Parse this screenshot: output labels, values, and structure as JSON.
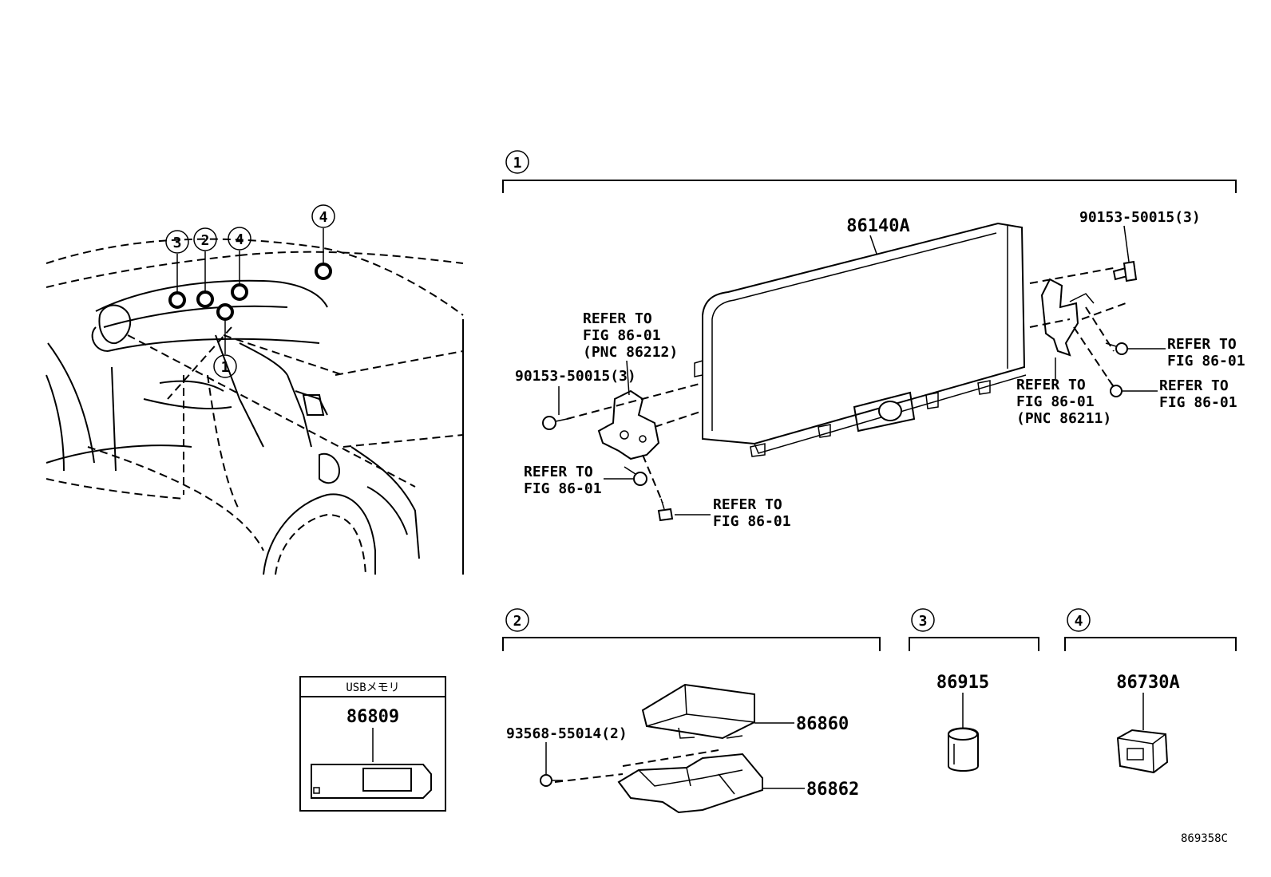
{
  "groups": {
    "g1": "1",
    "g2": "2",
    "g3": "3",
    "g4": "4"
  },
  "overview_callouts": [
    "3",
    "2",
    "4",
    "4",
    "1"
  ],
  "parts": {
    "p86140A": "86140A",
    "p90153_top_right": "90153-50015(3)",
    "p90153_left": "90153-50015(3)",
    "p86860": "86860",
    "p86862": "86862",
    "p93568": "93568-55014(2)",
    "p86915": "86915",
    "p86730A": "86730A",
    "p86809": "86809"
  },
  "refs": {
    "left_bracket": [
      "REFER TO",
      "FIG 86-01",
      "(PNC 86212)"
    ],
    "left_screw1": [
      "REFER TO",
      "FIG 86-01"
    ],
    "left_screw2": [
      "REFER TO",
      "FIG 86-01"
    ],
    "right_bracket": [
      "REFER TO",
      "FIG 86-01",
      "(PNC 86211)"
    ],
    "right_screw1": [
      "REFER TO",
      "FIG 86-01"
    ],
    "right_screw2": [
      "REFER TO",
      "FIG 86-01"
    ]
  },
  "usb_box_title": "USBメモリ",
  "figure_code": "869358C"
}
